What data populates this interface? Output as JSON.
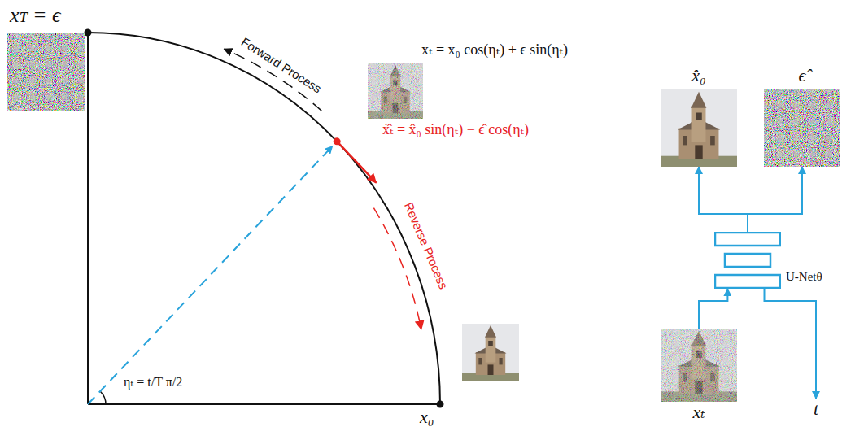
{
  "diagram": {
    "nodes": [
      {
        "text": [
          "x̂₀"
        ]
      },
      {
        "text": [
          "ϵ̂"
        ]
      },
      {
        "text": [
          "U-Netθ"
        ]
      },
      {
        "text": [
          "xₜ"
        ]
      },
      {
        "text": [
          "t"
        ]
      }
    ],
    "edges": [
      {
        "from": 3,
        "to": 2,
        "arrow": "to"
      },
      {
        "from": 2,
        "to": 0,
        "arrow": "to"
      },
      {
        "from": 2,
        "to": 1,
        "arrow": "to"
      },
      {
        "from": 2,
        "to": 4,
        "arrow": "to"
      }
    ],
    "labels": [
      "xᴛ = ϵ",
      "Forward Process",
      "xₜ = x₀ cos(ηₜ) + ϵ sin(ηₜ)",
      "ẋ̂ₜ = x̂₀ sin(ηₜ) − ϵ̂ cos(ηₜ)",
      "Reverse Process",
      "ηₜ = t/T π/2",
      "x₀"
    ]
  }
}
